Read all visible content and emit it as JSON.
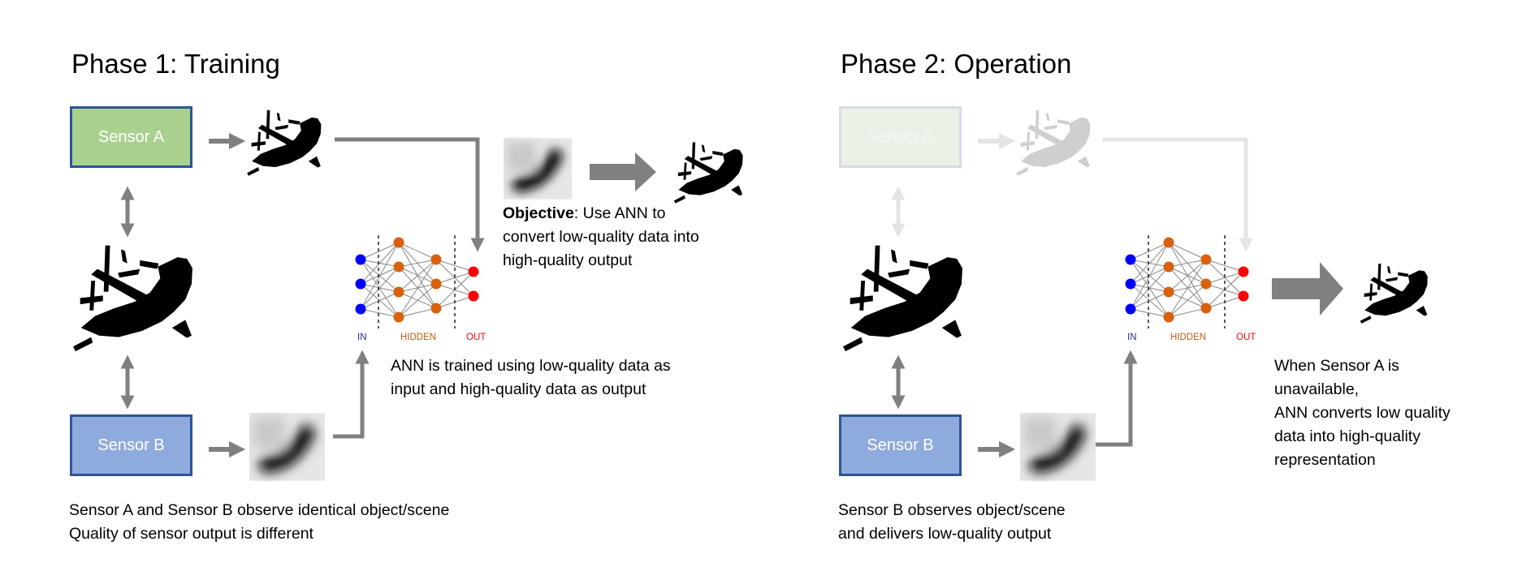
{
  "phase1": {
    "title": "Phase 1: Training",
    "sensor_a": "Sensor A",
    "sensor_b": "Sensor B",
    "objective_bold": "Objective",
    "objective_rest": ": Use  ANN to",
    "objective_line2": "convert low-quality data into",
    "objective_line3": "high-quality  output",
    "ann_line1": "ANN is trained using low-quality data as",
    "ann_line2": "input and high-quality data as output",
    "bottom_line1": "Sensor A and Sensor B observe identical object/scene",
    "bottom_line2": "Quality of sensor output is different",
    "nn_labels": {
      "in": "IN",
      "hidden": "HIDDEN",
      "out": "OUT"
    }
  },
  "phase2": {
    "title": "Phase 2: Operation",
    "sensor_a": "Sensor A",
    "sensor_b": "Sensor B",
    "result_lines": [
      "When Sensor A is",
      "unavailable,",
      "ANN converts low quality",
      "data into high-quality",
      "representation"
    ],
    "bottom_line1": "Sensor B observes object/scene",
    "bottom_line2": "and delivers low-quality output",
    "nn_labels": {
      "in": "IN",
      "hidden": "HIDDEN",
      "out": "OUT"
    }
  },
  "colors": {
    "sensor_a_fill": "#a9d18e",
    "sensor_b_fill": "#8faadc",
    "box_border": "#2f5597",
    "arrow": "#808080",
    "faded": "#e4e4e4",
    "nn_in": "#0000ff",
    "nn_hidden": "#d9600c",
    "nn_out": "#ff0000",
    "label_in": "#1f2f8f",
    "label_hidden": "#c55a11"
  }
}
